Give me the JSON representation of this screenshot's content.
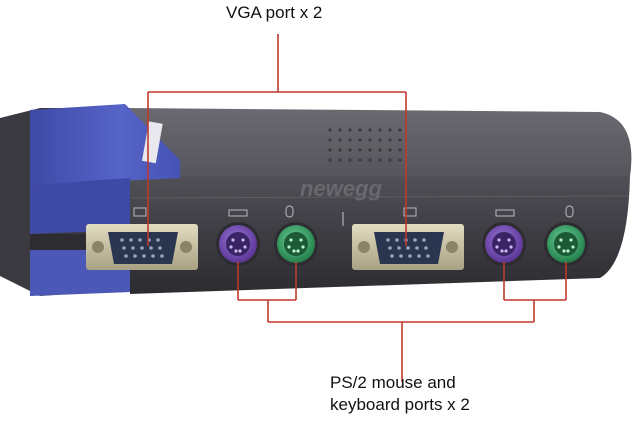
{
  "labels": {
    "vga_ports": "VGA port x 2",
    "ps2_line1": "PS/2 mouse and",
    "ps2_line2": "keyboard ports x 2"
  },
  "watermark": {
    "text": "newegg"
  },
  "colors": {
    "callout_line": "#c0392b",
    "device_body": "#4a4a4f",
    "device_blue": "#4b58b8",
    "keyboard_port": "#6a46a8",
    "mouse_port": "#2e9a5e",
    "vga_housing": "#c9c2a2",
    "vga_face": "#2a3550"
  }
}
